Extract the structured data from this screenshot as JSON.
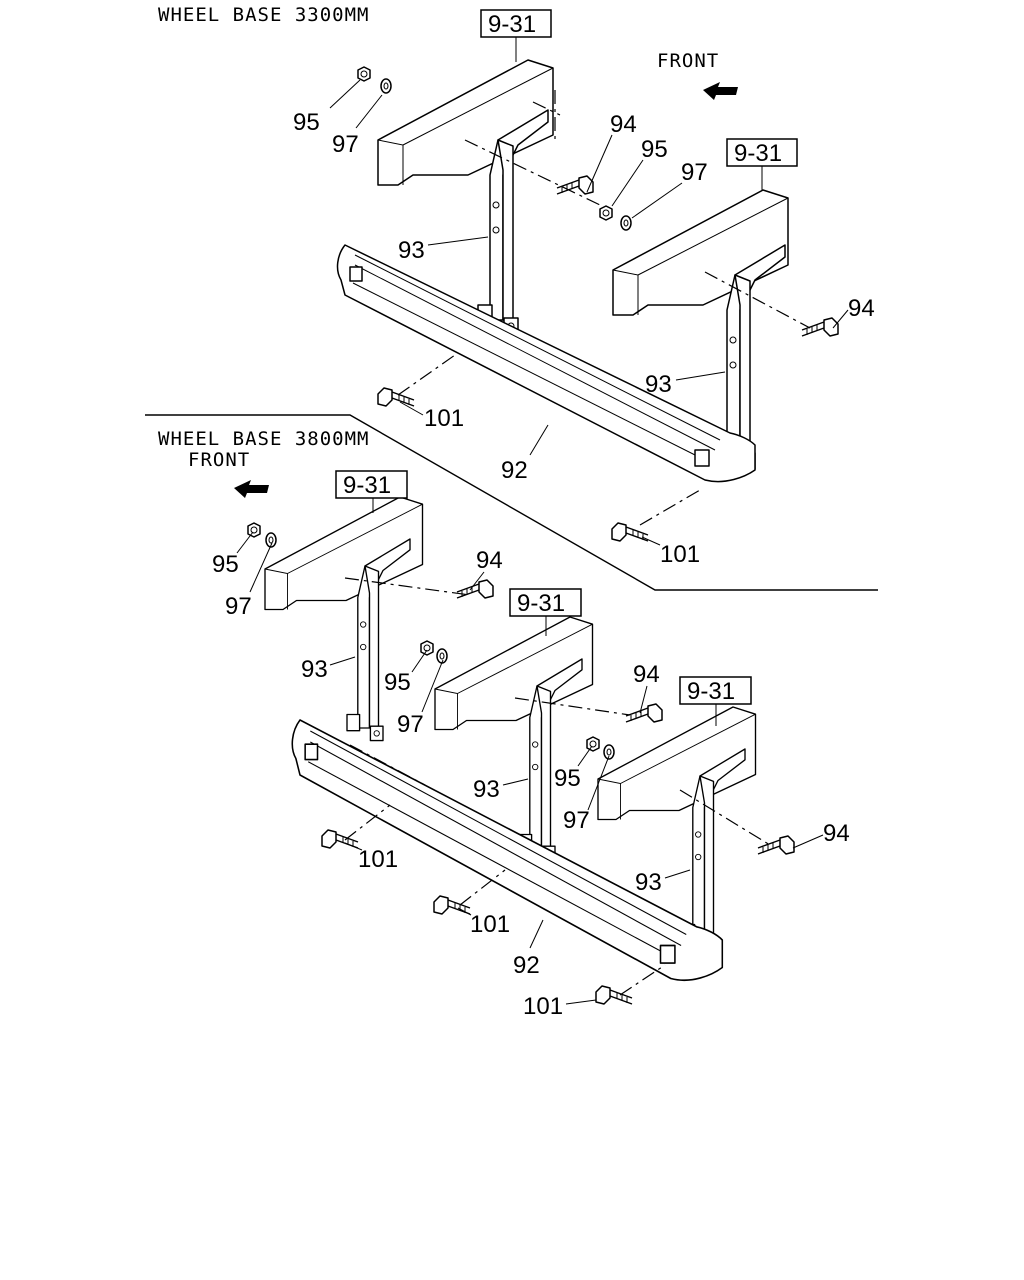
{
  "sections": [
    {
      "heading": "WHEEL BASE 3300MM",
      "front_label": "FRONT"
    },
    {
      "heading": "WHEEL BASE 3800MM",
      "front_label": "FRONT"
    }
  ],
  "ref_box": "9-31",
  "labels": {
    "step": "92",
    "bracket": "93",
    "bolt": "94",
    "nut": "95",
    "washer": "97",
    "step_bolt": "101"
  },
  "icons": [
    "front-arrow-icon"
  ]
}
